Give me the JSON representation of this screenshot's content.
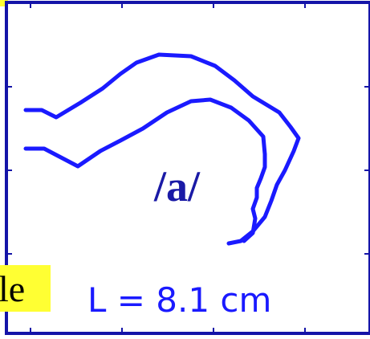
{
  "vowel": "/a/",
  "length": "L = 8.1 cm",
  "side_label": "le",
  "colors": {
    "frame": "#1414a8",
    "tract_outline": "#1a1aff",
    "vowel_text": "#1a1aa6",
    "length_text": "#1a1aff",
    "highlight": "#ffff33",
    "background": "#ffffff"
  }
}
